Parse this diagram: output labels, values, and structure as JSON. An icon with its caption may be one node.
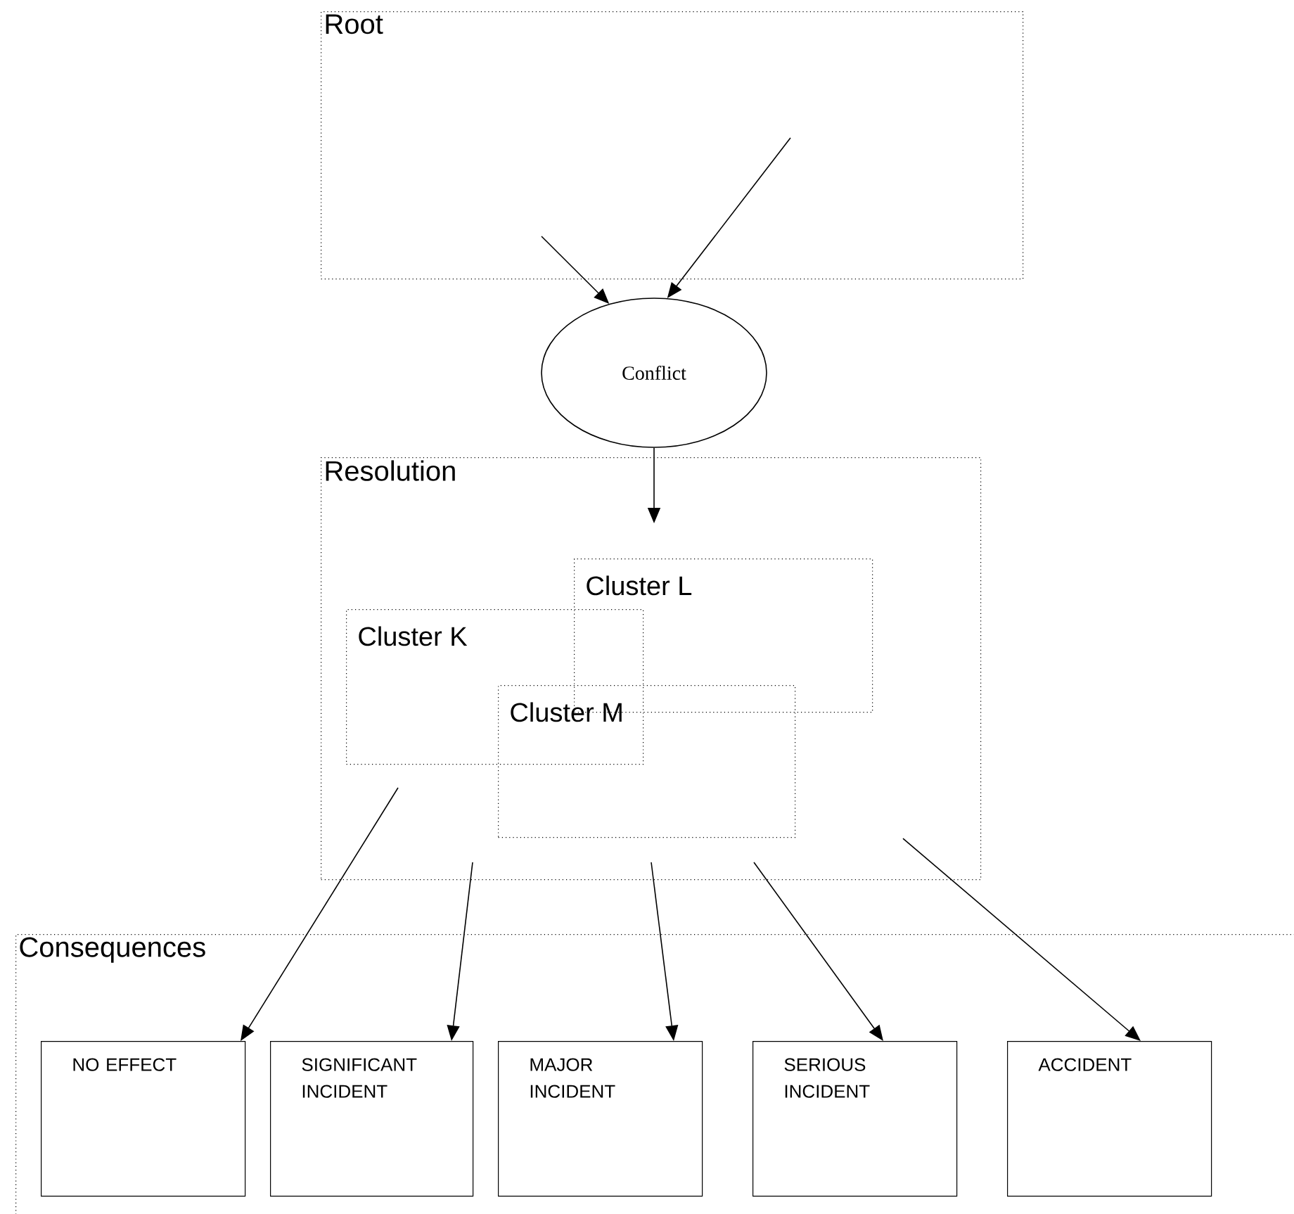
{
  "diagram": {
    "nodes": [
      {
        "text": [
          "Root"
        ]
      },
      {
        "text": [
          "Conflict"
        ]
      },
      {
        "text": [
          "Resolution"
        ]
      },
      {
        "text": [
          "Cluster L"
        ],
        "in": 2
      },
      {
        "text": [
          "Cluster K"
        ],
        "in": 2
      },
      {
        "text": [
          "Cluster M"
        ],
        "in": 2
      },
      {
        "text": [
          "Consequences"
        ]
      },
      {
        "text": [
          "NO EFFECT"
        ],
        "in": 6
      },
      {
        "text": [
          "SIGNIFICANT INCIDENT"
        ],
        "in": 6
      },
      {
        "text": [
          "MAJOR INCIDENT"
        ],
        "in": 6
      },
      {
        "text": [
          "SERIOUS INCIDENT"
        ],
        "in": 6
      },
      {
        "text": [
          "ACCIDENT"
        ],
        "in": 6
      }
    ],
    "edges": [
      {
        "from": 0,
        "to": 1,
        "arrow": "to"
      },
      {
        "from": 0,
        "to": 1,
        "arrow": "to"
      },
      {
        "from": 1,
        "to": null,
        "arrow": "to"
      },
      {
        "from": null,
        "to": 7,
        "arrow": "to"
      },
      {
        "from": null,
        "to": 8,
        "arrow": "to"
      },
      {
        "from": null,
        "to": 9,
        "arrow": "to"
      },
      {
        "from": null,
        "to": 10,
        "arrow": "to"
      },
      {
        "from": null,
        "to": 11,
        "arrow": "to"
      }
    ]
  }
}
